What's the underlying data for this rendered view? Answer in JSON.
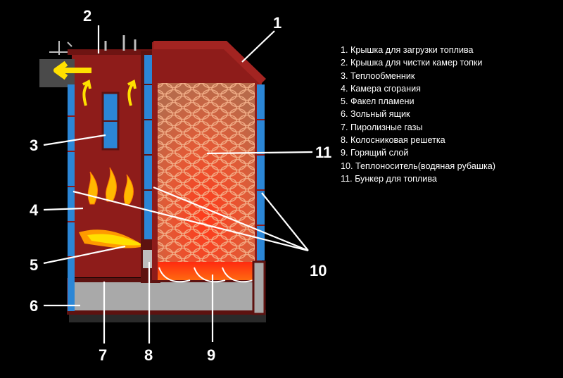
{
  "callouts": {
    "n1": "1",
    "n2": "2",
    "n3": "3",
    "n4": "4",
    "n5": "5",
    "n6": "6",
    "n7": "7",
    "n8": "8",
    "n9": "9",
    "n10": "10",
    "n11": "11"
  },
  "legend": [
    "1. Крышка для загрузки топлива",
    "2. Крышка для чистки камер топки",
    "3. Теплообменник",
    "4. Камера сгорания",
    "5. Факел пламени",
    "6. Зольный ящик",
    "7. Пиролизные газы",
    "8. Колосниковая решетка",
    "9. Горящий слой",
    "10. Теплоноситель(водяная рубашка)",
    "11. Бункер для топлива"
  ],
  "colors": {
    "background": "#000000",
    "boiler_body": "#8e1c1a",
    "water_jacket": "#2b86d6",
    "ash_box": "#a9a9a9",
    "fire": "#ff5a1e",
    "smoke_arrow": "#ffe000"
  }
}
